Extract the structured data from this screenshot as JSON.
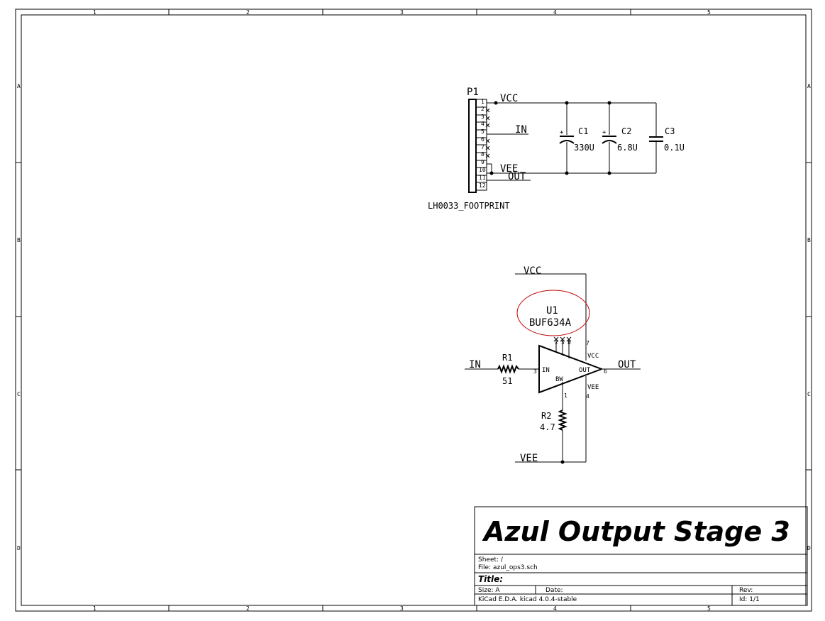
{
  "frame": {
    "columns": [
      "1",
      "2",
      "3",
      "4",
      "5"
    ],
    "rows": [
      "A",
      "B",
      "C",
      "D"
    ]
  },
  "connector": {
    "ref": "P1",
    "footprint": "LH0033_FOOTPRINT",
    "pins": [
      "1",
      "2",
      "3",
      "4",
      "5",
      "6",
      "7",
      "8",
      "9",
      "10",
      "11",
      "12"
    ]
  },
  "nets": {
    "vcc": "VCC",
    "vee": "VEE",
    "in": "IN",
    "out": "OUT"
  },
  "capacitors": [
    {
      "ref": "C1",
      "value": "330U",
      "polarity": "+"
    },
    {
      "ref": "C2",
      "value": "6.8U",
      "polarity": "+"
    },
    {
      "ref": "C3",
      "value": "0.1U"
    }
  ],
  "buffer": {
    "ref": "U1",
    "part": "BUF634A",
    "pin_in": "IN",
    "pin_out": "OUT",
    "pin_bw": "BW",
    "pin_vcc": "VCC",
    "pin_vee": "VEE",
    "num_in": "3",
    "num_out": "6",
    "num_vcc": "7",
    "num_vee": "4",
    "num_bw": "1",
    "num_nc": [
      "2",
      "5",
      "8"
    ]
  },
  "resistors": [
    {
      "ref": "R1",
      "value": "51"
    },
    {
      "ref": "R2",
      "value": "4.7"
    }
  ],
  "title_block": {
    "big_title": "Azul Output Stage 3",
    "sheet": "Sheet: /",
    "file": "File: azul_ops3.sch",
    "title_label": "Title:",
    "size": "Size: A",
    "date": "Date:",
    "rev": "Rev:",
    "kicad": "KiCad E.D.A.  kicad 4.0.4-stable",
    "id": "Id: 1/1"
  }
}
